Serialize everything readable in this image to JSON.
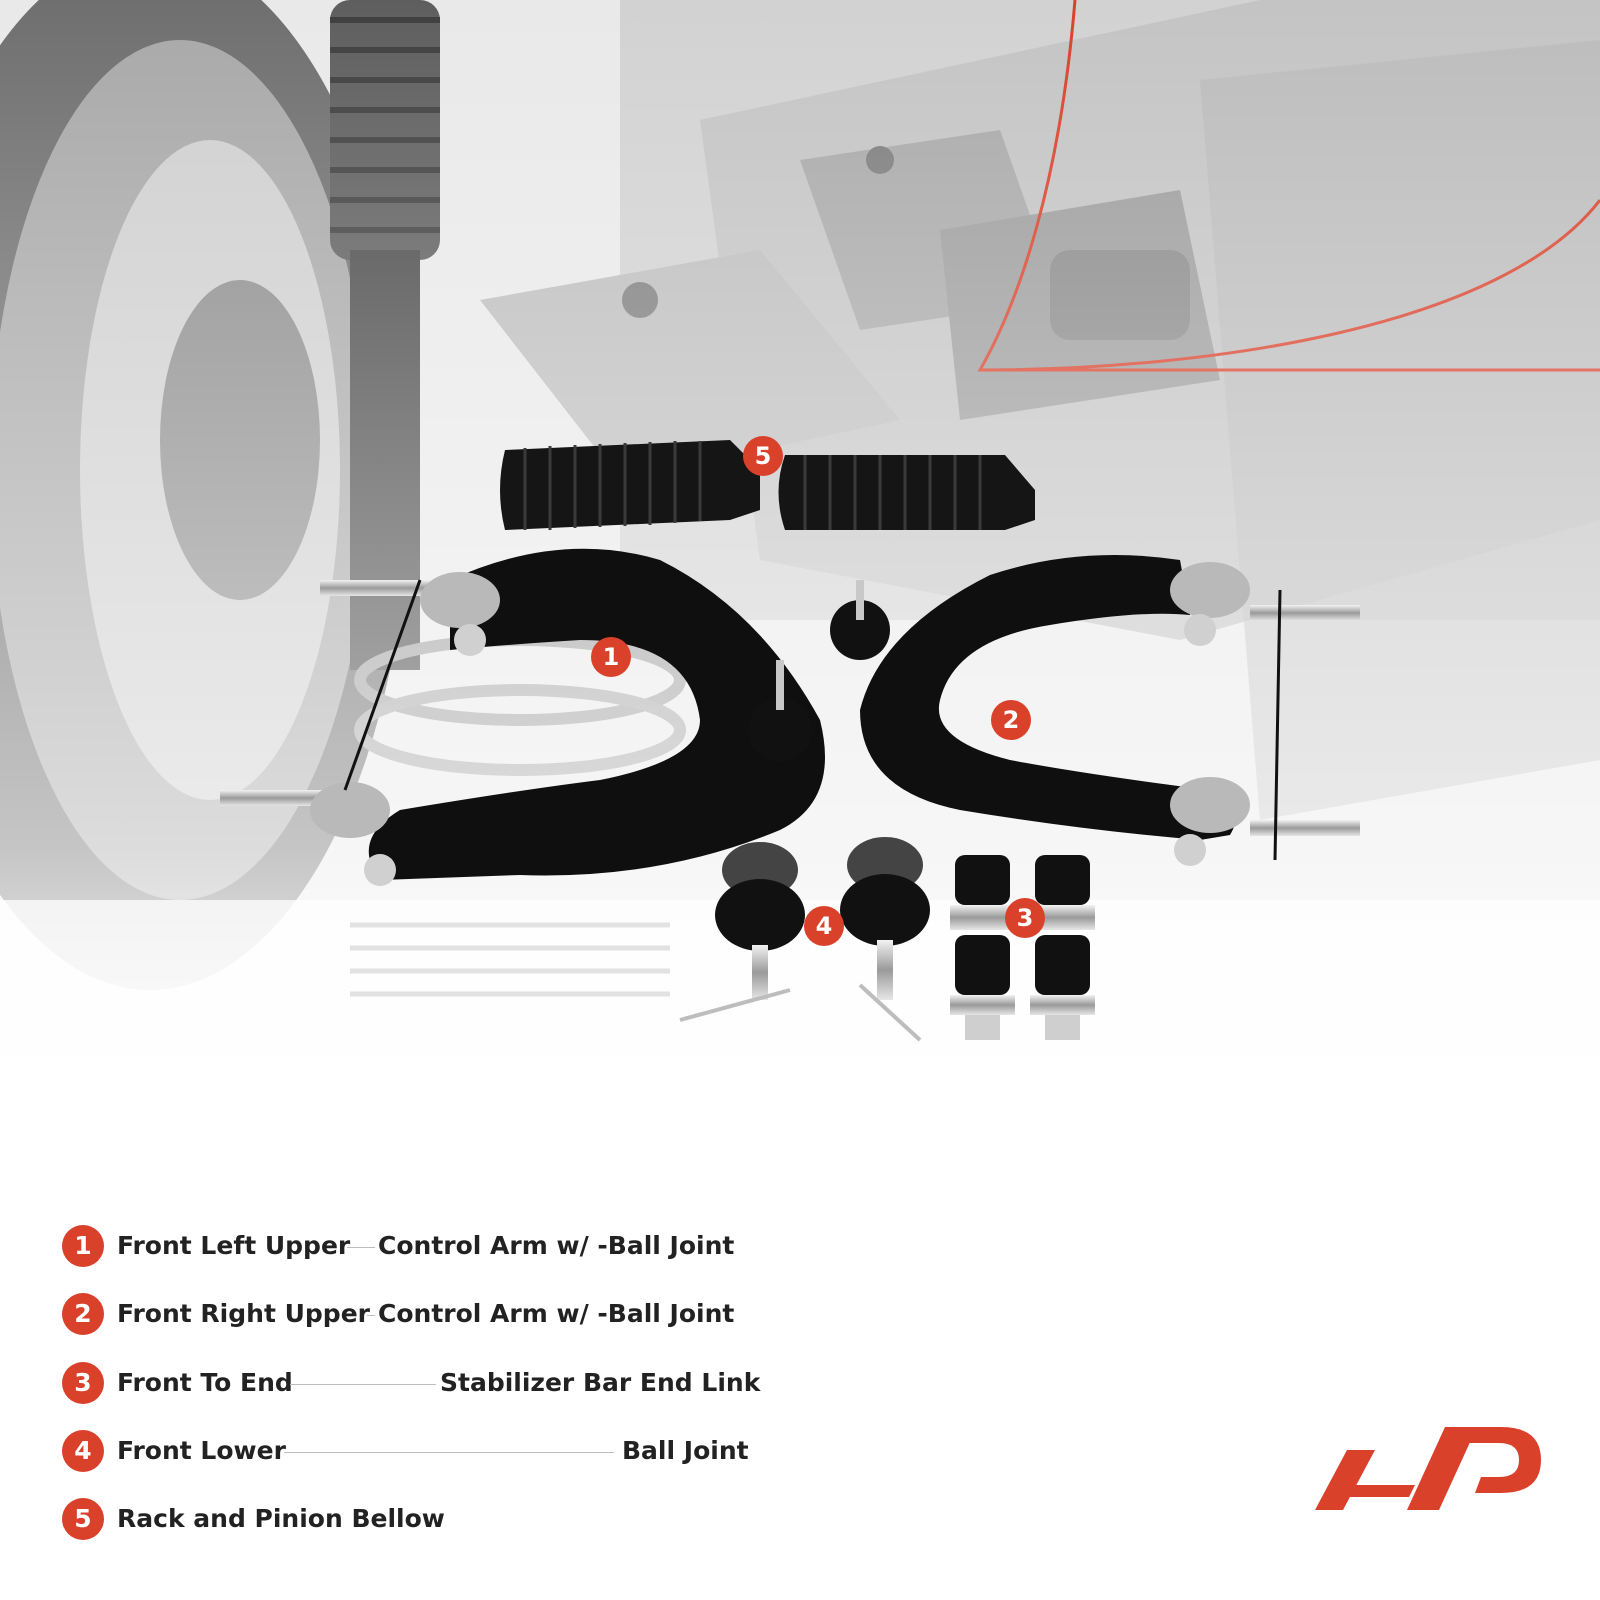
{
  "colors": {
    "accent": "#d9412b",
    "text": "#222222",
    "background": "#ffffff",
    "photo_gray": "#bfbfbf",
    "part_black": "#111111"
  },
  "callouts": [
    "5",
    "1",
    "2",
    "4",
    "3"
  ],
  "legend": [
    {
      "number": "1",
      "left": "Front Left Upper",
      "right": "Control Arm w/ -Ball Joint"
    },
    {
      "number": "2",
      "left": "Front Right Upper",
      "right": "Control Arm w/ -Ball Joint"
    },
    {
      "number": "3",
      "left": "Front To End",
      "right": "Stabilizer Bar End Link"
    },
    {
      "number": "4",
      "left": "Front Lower",
      "right": "Ball Joint"
    },
    {
      "number": "5",
      "left": "Rack and Pinion Bellow",
      "right": ""
    }
  ],
  "logo": {
    "icon": "a-premium-logo-icon"
  }
}
